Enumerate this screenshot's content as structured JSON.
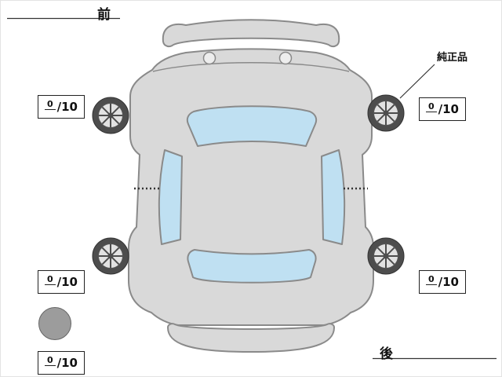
{
  "labels": {
    "front": "前",
    "rear": "後",
    "genuine_part": "純正品"
  },
  "tire_scores": {
    "front_left": {
      "value": "0",
      "denominator": "/10"
    },
    "front_right": {
      "value": "0",
      "denominator": "/10"
    },
    "rear_left": {
      "value": "0",
      "denominator": "/10"
    },
    "rear_right": {
      "value": "0",
      "denominator": "/10"
    },
    "spare": {
      "value": "0",
      "denominator": "/10"
    }
  },
  "colors": {
    "body_fill": "#d9d9d9",
    "body_stroke": "#8a8a8a",
    "glass_fill": "#bfe0f2",
    "glass_stroke": "#8a8a8a",
    "tire_fill": "#4d4d4d",
    "rim_fill": "#e2e2e2",
    "spare_fill": "#9c9c9c",
    "line_color": "#333333"
  }
}
